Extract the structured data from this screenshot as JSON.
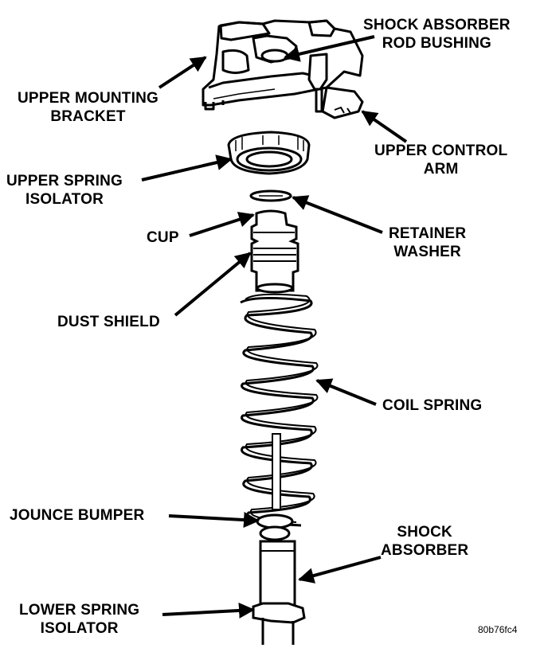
{
  "figure": {
    "title": "Front Suspension Coil Spring and Shock Absorber Assembly",
    "code": "80b76fc4",
    "colors": {
      "ink": "#000000",
      "paper": "#ffffff"
    }
  },
  "labels": {
    "shock_absorber_rod_bushing": [
      "SHOCK ABSORBER",
      "ROD BUSHING"
    ],
    "upper_mounting_bracket": [
      "UPPER MOUNTING",
      "BRACKET"
    ],
    "upper_control_arm": [
      "UPPER CONTROL",
      "ARM"
    ],
    "upper_spring_isolator": [
      "UPPER SPRING",
      "ISOLATOR"
    ],
    "retainer_washer": [
      "RETAINER",
      "WASHER"
    ],
    "cup": [
      "CUP"
    ],
    "dust_shield": [
      "DUST SHIELD"
    ],
    "coil_spring": [
      "COIL SPRING"
    ],
    "jounce_bumper": [
      "JOUNCE BUMPER"
    ],
    "shock_absorber": [
      "SHOCK",
      "ABSORBER"
    ],
    "lower_spring_isolator": [
      "LOWER SPRING",
      "ISOLATOR"
    ]
  }
}
